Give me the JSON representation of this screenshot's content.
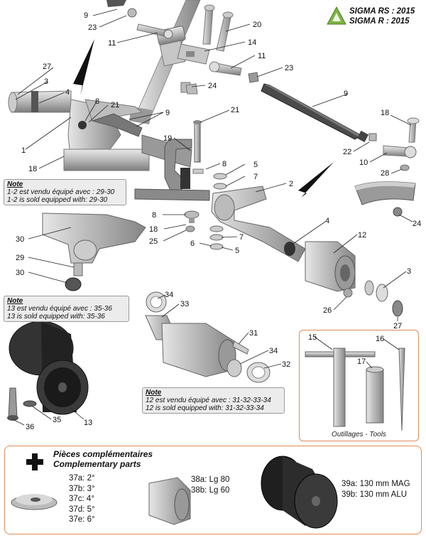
{
  "header": {
    "models": [
      "SIGMA RS : 2015",
      "SIGMA R : 2015"
    ],
    "icon": "recycle-triangle-icon",
    "icon_color": "#7cb342"
  },
  "accent_color": "#e08a55",
  "part_labels": [
    "9",
    "23",
    "11",
    "20",
    "14",
    "11",
    "23",
    "24",
    "27",
    "3",
    "4",
    "8",
    "21",
    "9",
    "9",
    "1",
    "18",
    "21",
    "19",
    "18",
    "8",
    "22",
    "10",
    "28",
    "5",
    "7",
    "2",
    "24",
    "8",
    "18",
    "25",
    "7",
    "6",
    "5",
    "30",
    "4",
    "12",
    "29",
    "3",
    "30",
    "26",
    "27",
    "34",
    "33",
    "31",
    "34",
    "32",
    "36",
    "35",
    "13",
    "15",
    "16",
    "17"
  ],
  "notes": [
    {
      "heading": "Note",
      "lines": [
        "1-2 est vendu équipé avec : 29-30",
        "1-2 is sold equipped with: 29-30"
      ]
    },
    {
      "heading": "Note",
      "lines": [
        "13 est vendu équipé avec : 35-36",
        "13 is sold equipped with: 35-36"
      ]
    },
    {
      "heading": "Note",
      "lines": [
        "12 est vendu équipé avec : 31-32-33-34",
        "12 is sold equipped with: 31-32-33-34"
      ]
    }
  ],
  "tools": {
    "caption": "Outillages - Tools"
  },
  "complementary": {
    "title_fr": "Pièces complémentaires",
    "title_en": "Complementary parts",
    "group1": [
      "37a: 2°",
      "37b: 3°",
      "37c: 4°",
      "37d: 5°",
      "37e: 6°"
    ],
    "group2": [
      "38a: Lg 80",
      "38b: Lg 60"
    ],
    "group3": [
      "39a: 130 mm MAG",
      "39b: 130 mm ALU"
    ]
  }
}
